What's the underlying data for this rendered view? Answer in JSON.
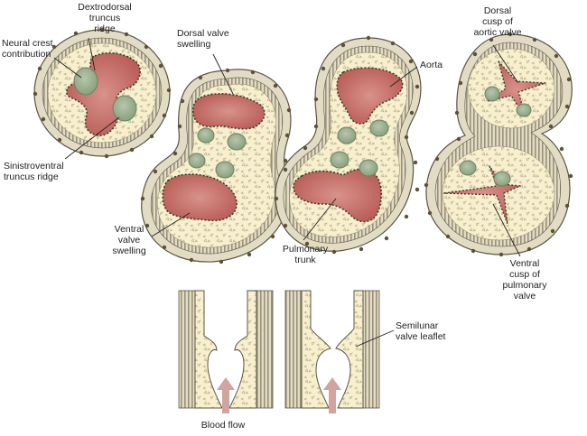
{
  "colors": {
    "outer_wall": "#e3dcc4",
    "wall_edge": "#5a5444",
    "stripe": "#9a917a",
    "nodule": "#5e5135",
    "mesenchyme": "#f7efcd",
    "lumen": "#c9706b",
    "lumen_dark": "#a84e4a",
    "ridge_dots": "#3f3a2c",
    "neural_crest": "#9fb493",
    "neural_crest_edge": "#6b8263",
    "arrow": "#d3a3a0",
    "leader": "#222222"
  },
  "labels": {
    "dextrodorsal": "Dextrodorsal\ntruncus\nridge",
    "neural_crest": "Neural crest\ncontribution",
    "sinistroventral": "Sinistroventral\ntruncus ridge",
    "dorsal_valve_swelling": "Dorsal valve\nswelling",
    "ventral_valve_swelling": "Ventral\nvalve\nswelling",
    "aorta": "Aorta",
    "pulmonary_trunk": "Pulmonary\ntrunk",
    "dorsal_cusp": "Dorsal\ncusp of\naortic valve",
    "ventral_cusp": "Ventral\ncusp of\npulmonary\nvalve",
    "semilunar_leaflet": "Semilunar\nvalve leaflet",
    "blood_flow": "Blood flow"
  }
}
